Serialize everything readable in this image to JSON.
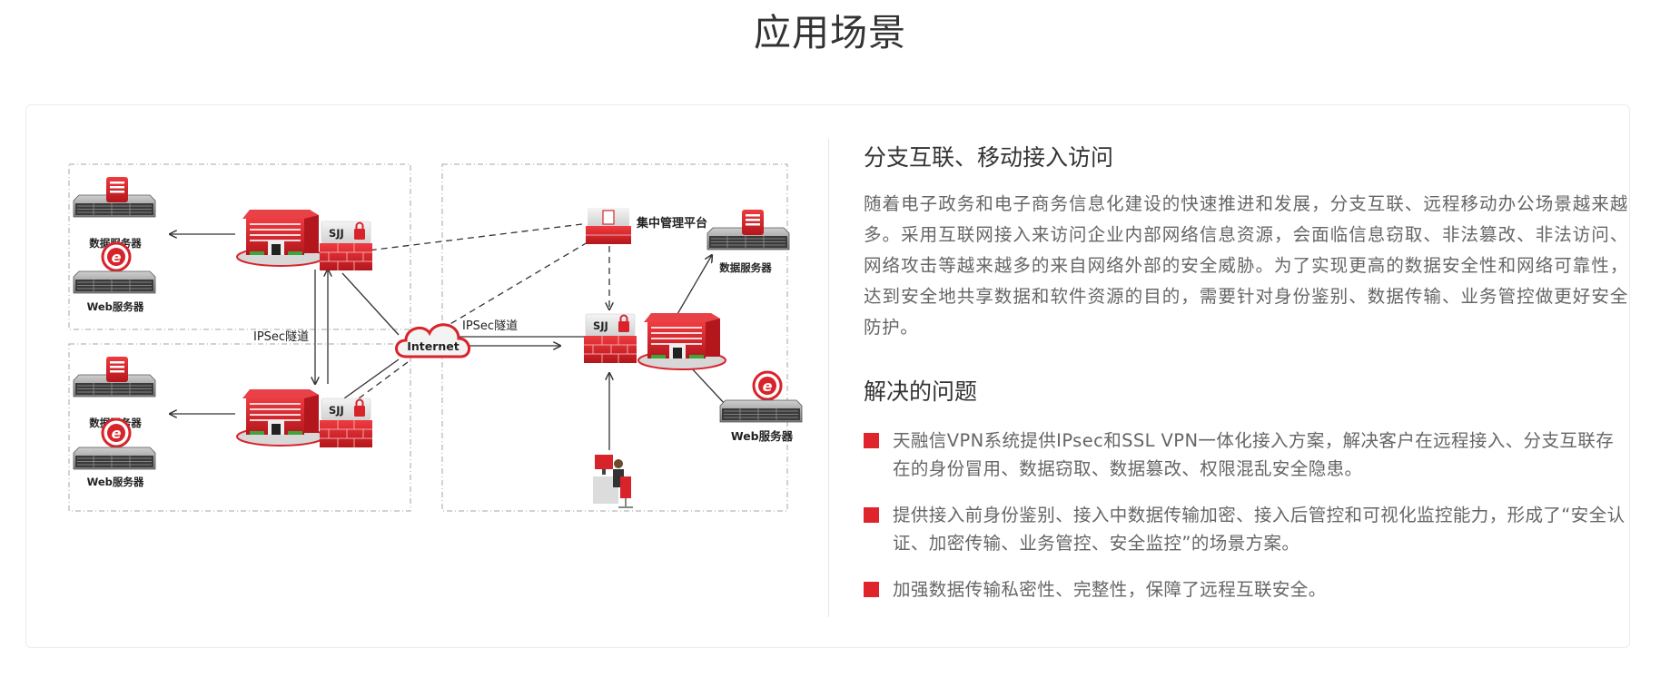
{
  "page": {
    "title": "应用场景"
  },
  "diagram": {
    "colors": {
      "brand_red": "#d9232b",
      "dark_red": "#a8151b",
      "line": "#333333",
      "dash_box": "#a0a0a0",
      "server_gray": "#6b6b6b"
    },
    "labels": {
      "data_server": "数据服务器",
      "web_server": "Web服务器",
      "sjj": "SJJ",
      "internet": "Internet",
      "ipsec_tunnel": "IPSec隧道",
      "mgmt_platform": "集中管理平台"
    },
    "icons": [
      "database-server-icon",
      "web-server-icon",
      "building-icon",
      "sjj-firewall-icon",
      "lock-icon",
      "internet-cloud-icon",
      "management-platform-icon",
      "operator-workstation-icon"
    ]
  },
  "content": {
    "section1": {
      "heading": "分支互联、移动接入访问",
      "paragraph": "随着电子政务和电子商务信息化建设的快速推进和发展，分支互联、远程移动办公场景越来越多。采用互联网接入来访问企业内部网络信息资源，会面临信息窃取、非法篡改、非法访问、网络攻击等越来越多的来自网络外部的安全威胁。为了实现更高的数据安全性和网络可靠性，达到安全地共享数据和软件资源的目的，需要针对身份鉴别、数据传输、业务管控做更好安全防护。"
    },
    "section2": {
      "heading": "解决的问题",
      "bullet_color": "#e0242b",
      "items": [
        "天融信VPN系统提供IPsec和SSL VPN一体化接入方案，解决客户在远程接入、分支互联存在的身份冒用、数据窃取、数据篡改、权限混乱安全隐患。",
        "提供接入前身份鉴别、接入中数据传输加密、接入后管控和可视化监控能力，形成了“安全认证、加密传输、业务管控、安全监控”的场景方案。",
        "加强数据传输私密性、完整性，保障了远程互联安全。"
      ]
    }
  }
}
